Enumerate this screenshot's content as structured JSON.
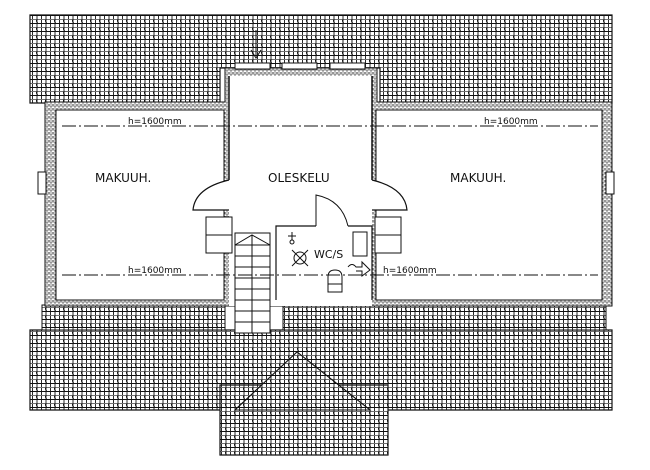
{
  "rooms": {
    "left_bedroom": "MAKUUH.",
    "right_bedroom": "MAKUUH.",
    "living": "OLESKELU",
    "wc": "WC/S"
  },
  "heights": {
    "top_left": "h=1600mm",
    "top_right": "h=1600mm",
    "bottom_left": "h=1600mm",
    "bottom_right": "h=1600mm"
  },
  "colors": {
    "ink": "#111111",
    "paper": "#ffffff"
  }
}
